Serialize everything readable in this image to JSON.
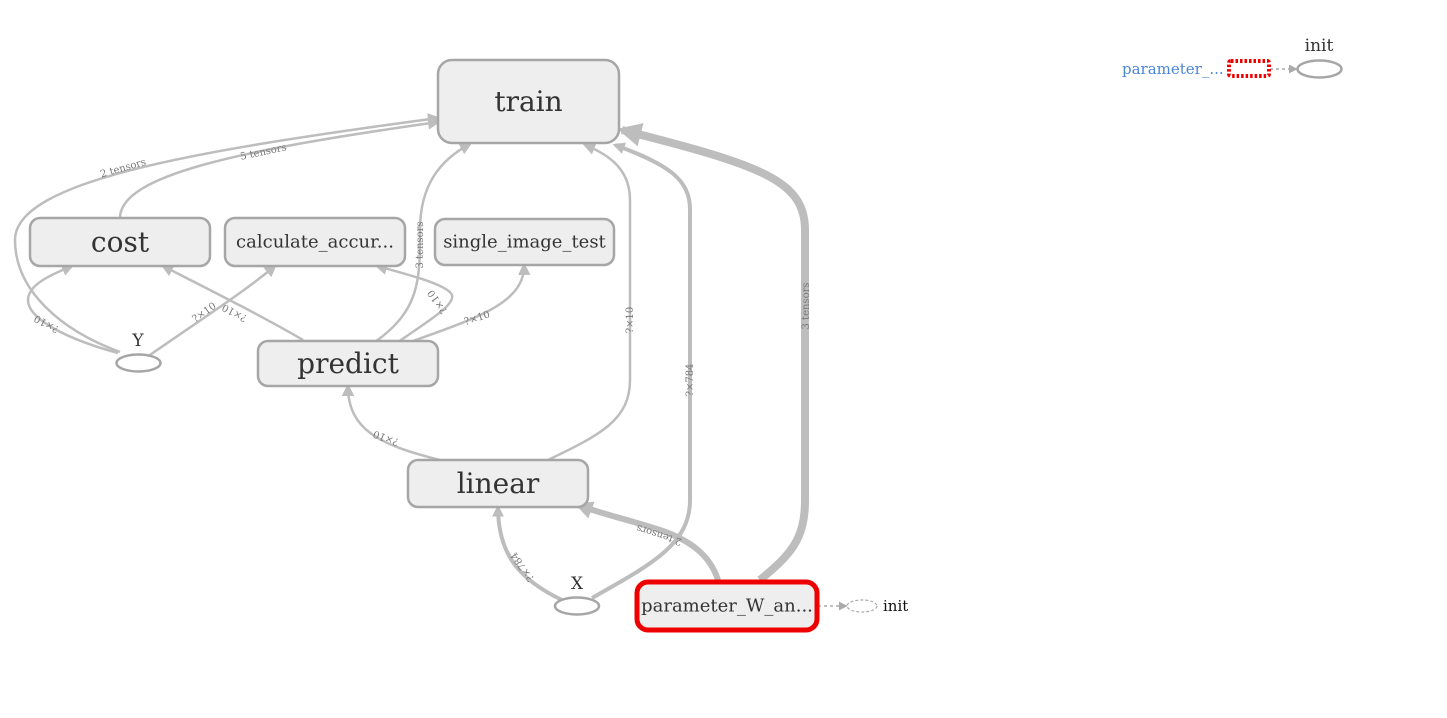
{
  "nodes": {
    "train": "train",
    "cost": "cost",
    "calculate_accuracy": "calculate_accur...",
    "single_image_test": "single_image_test",
    "predict": "predict",
    "linear": "linear",
    "parameter": "parameter_W_an...",
    "Y": "Y",
    "X": "X"
  },
  "edge_labels": {
    "cost_to_train": "2 tensors",
    "cost_to_train_5": "5 tensors",
    "predict_to_train": "3 tensors",
    "y_to_cost": "?×10",
    "y_to_calc": "?×10",
    "predict_to_cost": "?×10",
    "predict_to_calc": "?×10",
    "predict_to_single": "?×10",
    "linear_to_predict": "?×10",
    "linear_to_train": "?×10",
    "x_to_train": "?×784",
    "param_to_train": "3 tensors",
    "param_to_linear": "2 tensors",
    "x_to_linear": "?×784"
  },
  "aux": {
    "init_right": "init",
    "init_top": "init",
    "parameter_top": "parameter_..."
  },
  "colors": {
    "selected": "#ee0000",
    "link": "#4a86d4"
  }
}
